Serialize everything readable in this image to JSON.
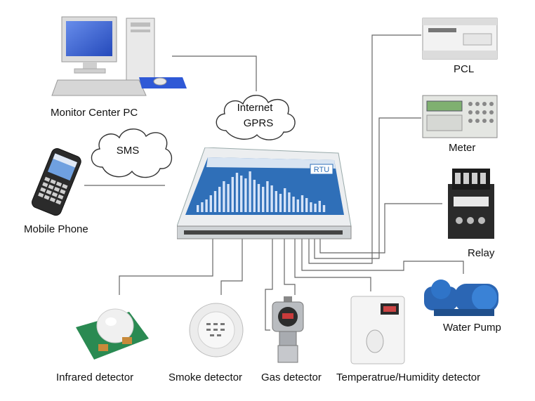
{
  "labels": {
    "monitor_pc": "Monitor Center PC",
    "mobile_phone": "Mobile Phone",
    "plc": "PCL",
    "meter": "Meter",
    "relay": "Relay",
    "water_pump": "Water Pump",
    "infrared": "Infrared detector",
    "smoke": "Smoke detector",
    "gas": "Gas detector",
    "temp_humidity": "Temperatrue/Humidity detector"
  },
  "clouds": {
    "internet_line1": "Internet",
    "internet_line2": "GPRS",
    "sms": "SMS"
  },
  "rtu": {
    "badge": "RTU"
  }
}
